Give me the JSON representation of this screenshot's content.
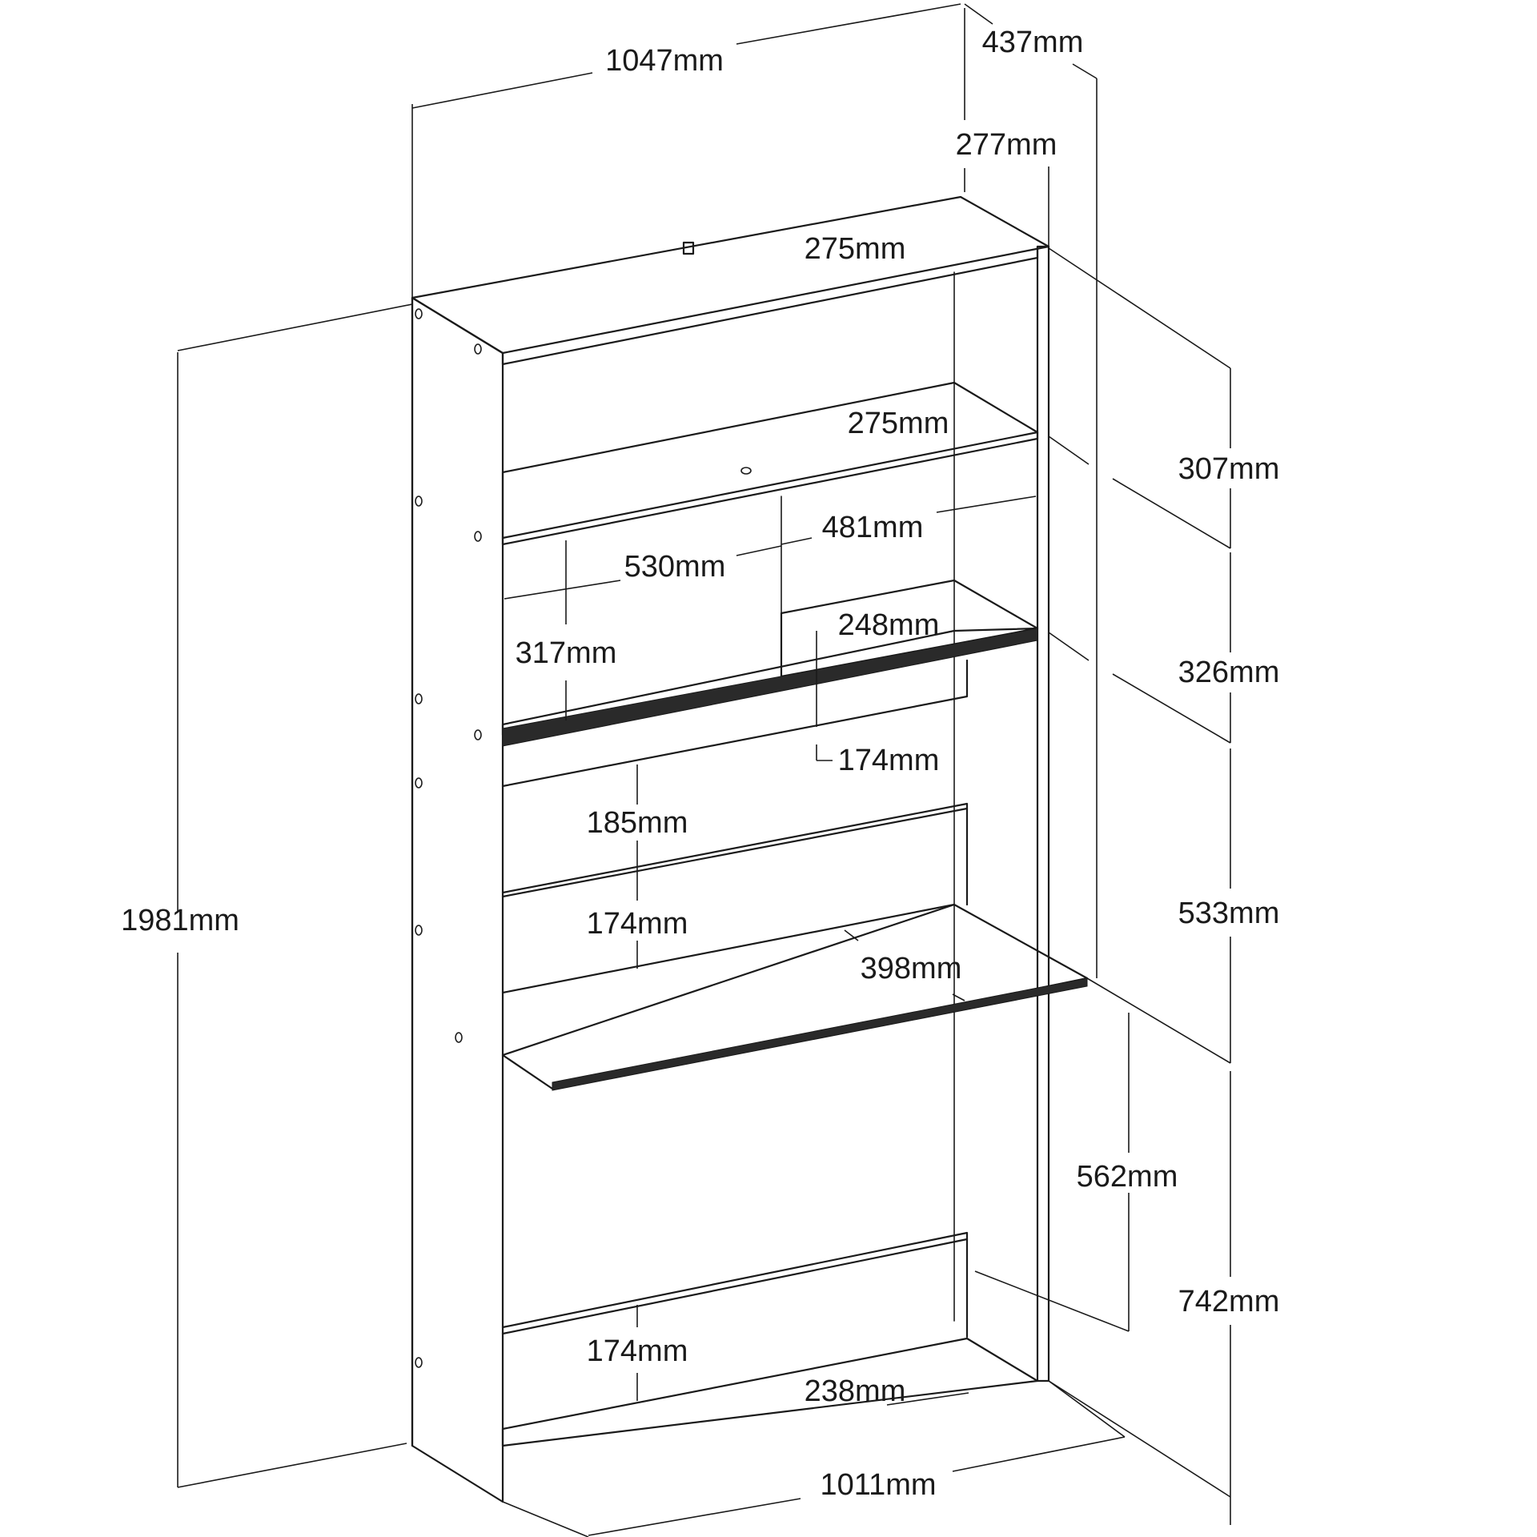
{
  "dimensions": {
    "width_top": "1047mm",
    "depth_top": "437mm",
    "depth_top_inner": "277mm",
    "top_shelf_depth": "275mm",
    "second_shelf_depth": "275mm",
    "upper_compartment_width": "481mm",
    "lower_compartment_width": "530mm",
    "small_shelf_depth": "248mm",
    "compartment_height": "317mm",
    "drawer_gap": "174mm",
    "opening_height_1": "185mm",
    "opening_height_2": "174mm",
    "desk_depth": "398mm",
    "bottom_opening_height": "174mm",
    "bottom_shelf_depth": "238mm",
    "desk_height": "562mm",
    "width_bottom": "1011mm",
    "total_height": "1981mm",
    "right_h_1": "307mm",
    "right_h_2": "326mm",
    "right_h_3": "533mm",
    "right_h_4": "742mm"
  }
}
